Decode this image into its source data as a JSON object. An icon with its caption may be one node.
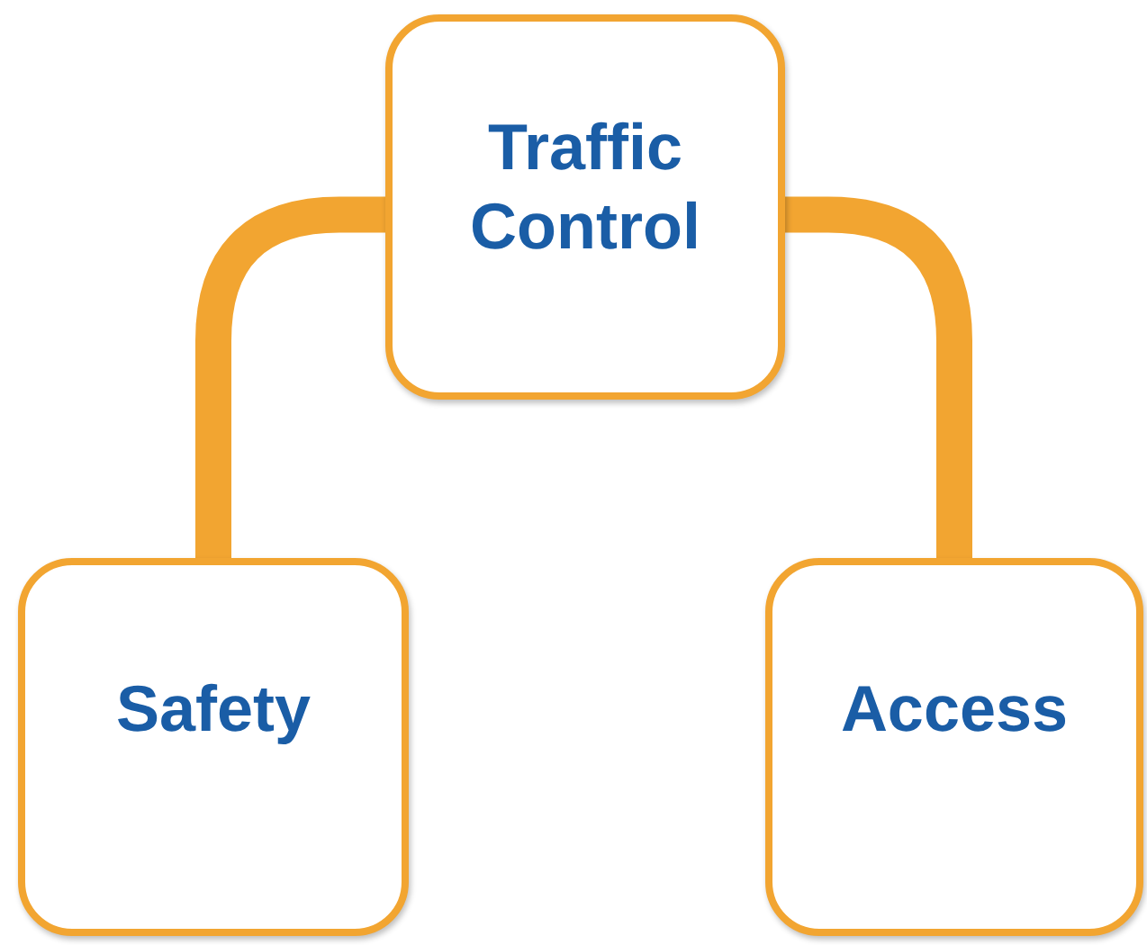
{
  "diagram": {
    "nodes": [
      {
        "text": [
          "Traffic Control"
        ]
      },
      {
        "text": [
          "Safety"
        ]
      },
      {
        "text": [
          "Access"
        ]
      }
    ],
    "edges": [
      {
        "from": 0,
        "to": 1,
        "arrow": "none"
      },
      {
        "from": 0,
        "to": 2,
        "arrow": "none"
      }
    ]
  }
}
